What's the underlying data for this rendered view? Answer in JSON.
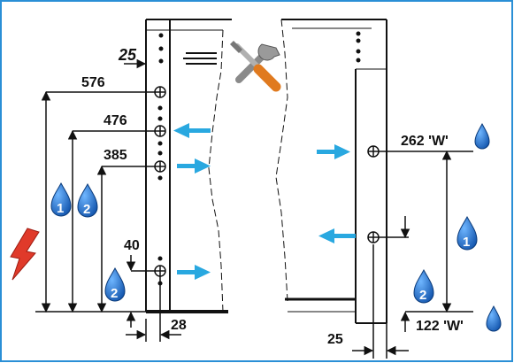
{
  "colors": {
    "frame_border": "#2a8fd6",
    "arrow": "#29a8e0",
    "drop": "#1f6fc7",
    "lightning": "#e03a2a",
    "line": "#111111"
  },
  "icons": {
    "tools": "tools-icon",
    "lightning": "lightning-icon",
    "drop": "water-drop-icon"
  },
  "dimensions": {
    "left_edge_offset": "25",
    "h576": "576",
    "h476": "476",
    "h385": "385",
    "h40": "40",
    "w28": "28",
    "right_edge_offset": "25",
    "w262": "262 'W'",
    "w122": "122 'W'"
  },
  "badges": {
    "one": "1",
    "two": "2"
  }
}
